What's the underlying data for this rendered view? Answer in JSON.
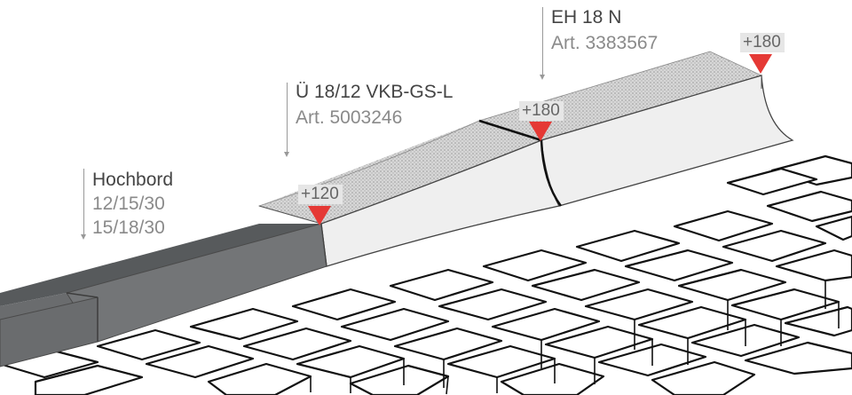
{
  "labels": {
    "hochbord": {
      "name": "Hochbord",
      "sizes": [
        "12/15/30",
        "15/18/30"
      ]
    },
    "transition": {
      "name": "Ü 18/12 VKB-GS-L",
      "art": "Art. 5003246"
    },
    "end": {
      "name": "EH 18 N",
      "art": "Art. 3383567"
    }
  },
  "markers": [
    {
      "value": "+120"
    },
    {
      "value": "+180"
    },
    {
      "value": "+180"
    }
  ],
  "colors": {
    "marker": "#e53935",
    "curb_dark": "#6b6d6f",
    "curb_light": "#eeeeee",
    "paver_stroke": "#111111"
  }
}
